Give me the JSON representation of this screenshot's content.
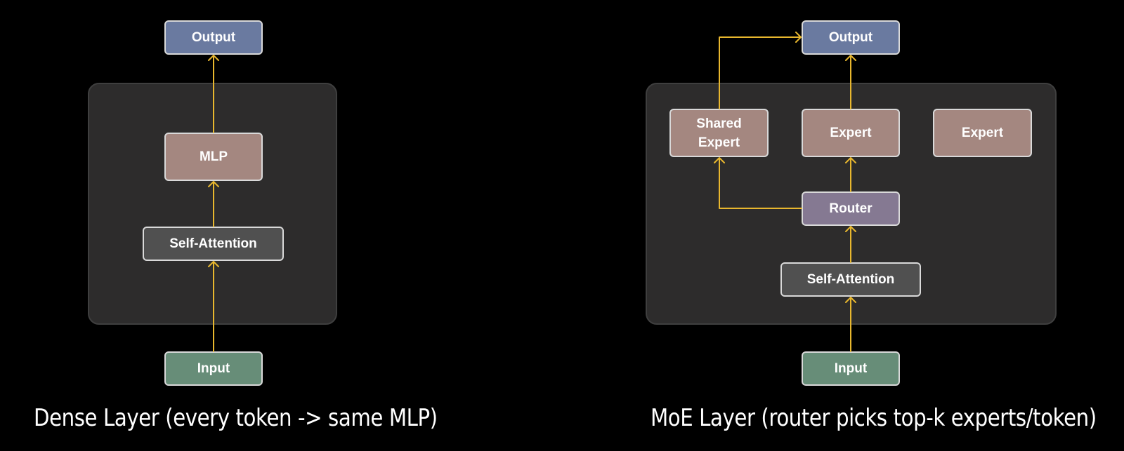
{
  "colors": {
    "background": "#000000",
    "container": "#2d2c2c",
    "arrow": "#e8b72e",
    "output": "#6a7aa0",
    "mlp_expert": "#a48780",
    "self_attention": "#505050",
    "input": "#678d78",
    "router": "#857992"
  },
  "dense": {
    "output": "Output",
    "mlp": "MLP",
    "self_attention": "Self-Attention",
    "input": "Input",
    "caption": "Dense Layer (every token -> same MLP)"
  },
  "moe": {
    "output": "Output",
    "shared_expert": "Shared\nExpert",
    "expert_1": "Expert",
    "expert_2": "Expert",
    "router": "Router",
    "self_attention": "Self-Attention",
    "input": "Input",
    "caption": "MoE Layer (router picks top-k experts/token)"
  }
}
